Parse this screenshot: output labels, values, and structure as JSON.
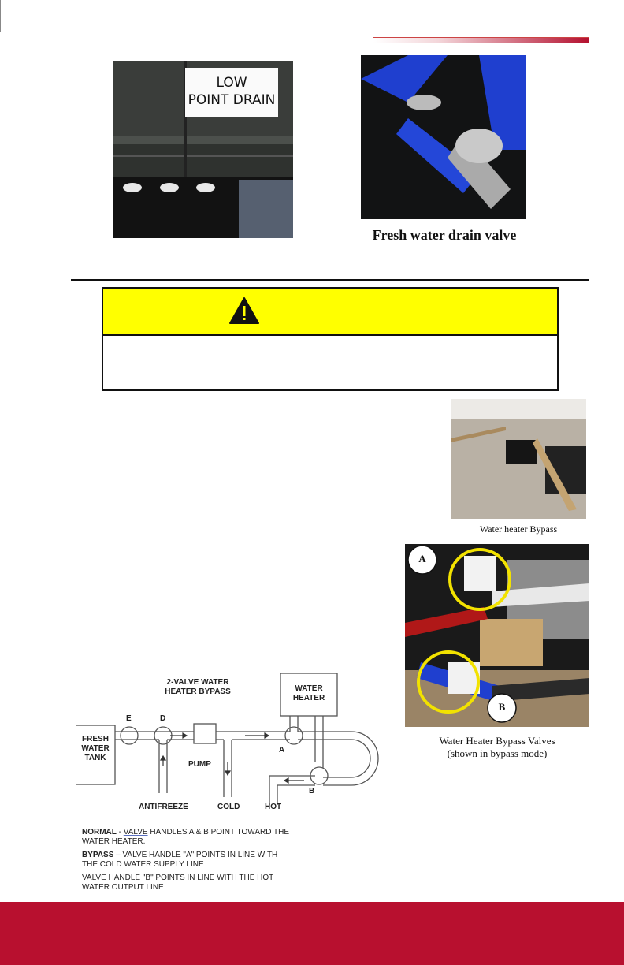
{
  "photo1": {
    "sign_line1": "LOW",
    "sign_line2": "POINT DRAIN"
  },
  "photo2": {
    "caption": "Fresh water drain valve"
  },
  "warning": {
    "icon": "warning-triangle-icon",
    "header_color": "#ffff00"
  },
  "bypass_photo": {
    "caption": "Water heater Bypass"
  },
  "valves_photo": {
    "marker_a": "A",
    "marker_b": "B",
    "caption_line1": "Water Heater Bypass Valves",
    "caption_line2": "(shown in bypass mode)"
  },
  "diagram": {
    "title_line1": "2-VALVE WATER",
    "title_line2": "HEATER BYPASS",
    "tank_line1": "FRESH",
    "tank_line2": "WATER",
    "tank_line3": "TANK",
    "heater_line1": "WATER",
    "heater_line2": "HEATER",
    "pump": "PUMP",
    "antifreeze": "ANTIFREEZE",
    "cold": "COLD",
    "hot": "HOT",
    "valve_a": "A",
    "valve_b": "B",
    "valve_d": "D",
    "valve_e": "E"
  },
  "notes": {
    "normal_label": "NORMAL",
    "normal_sep": " - ",
    "normal_valve": "VALVE",
    "normal_text": " HANDLES A & B POINT TOWARD THE WATER HEATER.",
    "bypass_label": "BYPASS",
    "bypass_text": " – VALVE HANDLE \"A\" POINTS IN LINE WITH THE COLD WATER SUPPLY LINE",
    "valve_b_text": "VALVE HANDLE \"B\" POINTS IN LINE WITH THE HOT WATER OUTPUT LINE"
  },
  "colors": {
    "brand_red": "#b8102f",
    "hose_blue": "#1f3fcf",
    "circle_yellow": "#f2e200"
  }
}
